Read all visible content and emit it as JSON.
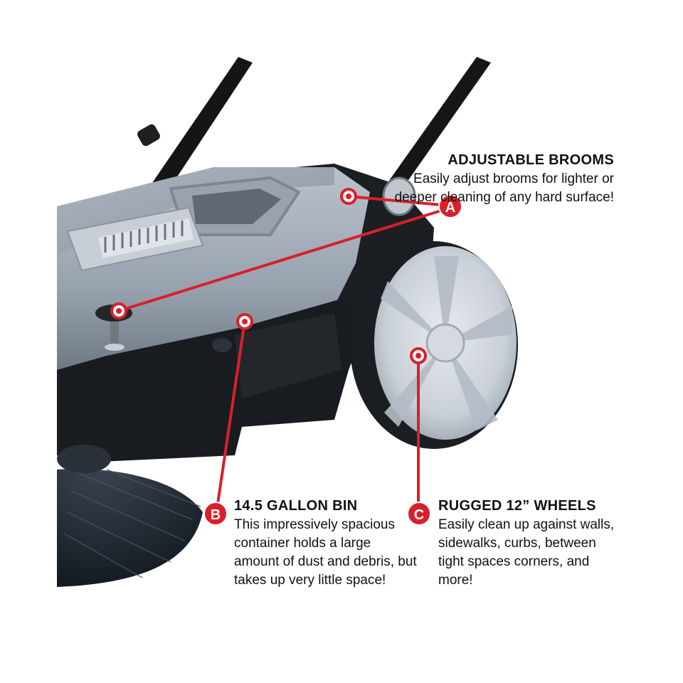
{
  "colors": {
    "accent": "#d8202b",
    "text": "#111111",
    "background": "#ffffff"
  },
  "callouts": {
    "a": {
      "marker": "A",
      "title": "ADJUSTABLE BROOMS",
      "body": "Easily adjust brooms for lighter or deeper cleaning of any hard surface!"
    },
    "b": {
      "marker": "B",
      "title": "14.5 GALLON BIN",
      "body": "This impressively spacious container holds a large amount of dust and debris, but takes up very little space!"
    },
    "c": {
      "marker": "C",
      "title": "RUGGED 12” WHEELS",
      "body": "Easily clean up against walls, sidewalks, curbs, between tight spaces corners, and more!"
    }
  }
}
